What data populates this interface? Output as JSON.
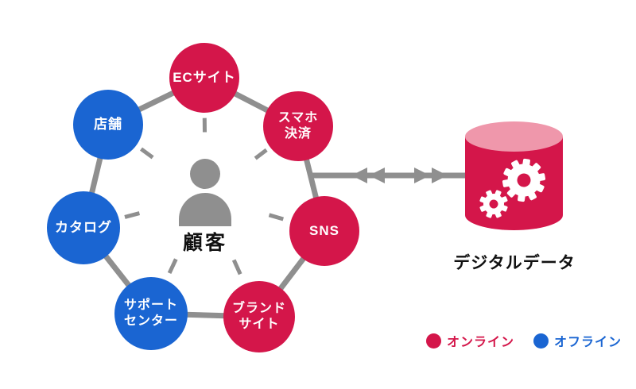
{
  "figure": {
    "center": {
      "label": "顧客",
      "icon": "person-icon"
    },
    "nodes": [
      {
        "id": "ec-site",
        "label": "ECサイト",
        "type": "online"
      },
      {
        "id": "smartphone-payment",
        "label": "スマホ\n決済",
        "type": "online"
      },
      {
        "id": "sns",
        "label": "SNS",
        "type": "online"
      },
      {
        "id": "brand-site",
        "label": "ブランド\nサイト",
        "type": "online"
      },
      {
        "id": "support-center",
        "label": "サポート\nセンター",
        "type": "offline"
      },
      {
        "id": "catalog",
        "label": "カタログ",
        "type": "offline"
      },
      {
        "id": "store",
        "label": "店舗",
        "type": "offline"
      }
    ],
    "database": {
      "label": "デジタルデータ",
      "icon": "database-cylinder-with-gears"
    },
    "legend": [
      {
        "label": "オンライン",
        "type": "online",
        "color": "#d4164a"
      },
      {
        "label": "オフライン",
        "type": "offline",
        "color": "#1a65d2"
      }
    ],
    "colors": {
      "online": "#d4164a",
      "offline": "#1a65d2",
      "connector": "#8f8f8f",
      "person": "#8f8f8f",
      "database_body": "#d4164a",
      "database_top": "#ef97ab"
    }
  }
}
